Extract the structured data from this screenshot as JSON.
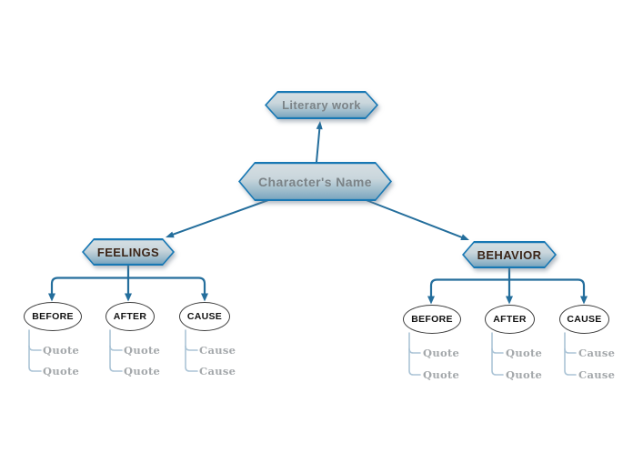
{
  "colors": {
    "background": "#ffffff",
    "connector": "#246e9c",
    "connector_light": "#abc4d6",
    "hex_border": "#1878b4",
    "hex_fill_top": "#d5dee2",
    "hex_fill_bottom": "#7ba6bf",
    "root_label_color": "#7b8387",
    "branch_label_color": "#3b2518",
    "leaf_label_color": "#a4a8ab",
    "ellipse_border": "#3f3f3f"
  },
  "map": {
    "root": {
      "label": "Literary work"
    },
    "character": {
      "label": "Character's Name"
    },
    "branches": [
      {
        "label": "FEELINGS",
        "children": [
          {
            "label": "BEFORE",
            "items": [
              "Quote",
              "Quote"
            ]
          },
          {
            "label": "AFTER",
            "items": [
              "Quote",
              "Quote"
            ]
          },
          {
            "label": "CAUSE",
            "items": [
              "Cause",
              "Cause"
            ]
          }
        ]
      },
      {
        "label": "BEHAVIOR",
        "children": [
          {
            "label": "BEFORE",
            "items": [
              "Quote",
              "Quote"
            ]
          },
          {
            "label": "AFTER",
            "items": [
              "Quote",
              "Quote"
            ]
          },
          {
            "label": "CAUSE",
            "items": [
              "Cause",
              "Cause"
            ]
          }
        ]
      }
    ]
  }
}
